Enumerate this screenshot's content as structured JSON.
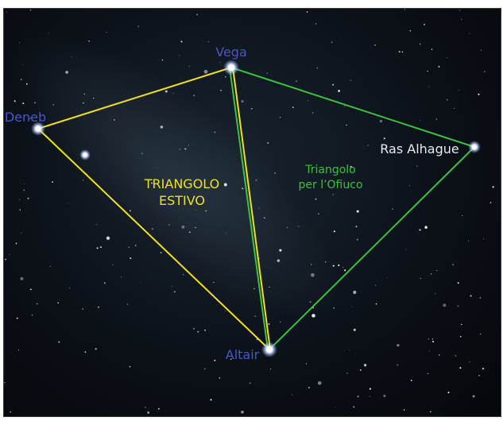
{
  "stars": {
    "vega": "Vega",
    "deneb": "Deneb",
    "altair": "Altair",
    "ras_alhague": "Ras Alhague"
  },
  "asterisms": {
    "summer_triangle": {
      "line1": "TRIANGOLO",
      "line2": "ESTIVO",
      "color": "#f0e020"
    },
    "ophiuchus_triangle": {
      "line1": "Triangolo",
      "line2": "per l’Ofiuco",
      "color": "#3cc040"
    }
  },
  "colors": {
    "star_label": "#4b56c8",
    "ras_alhague_label": "#e8e8f0",
    "sky": "#0c1118"
  }
}
